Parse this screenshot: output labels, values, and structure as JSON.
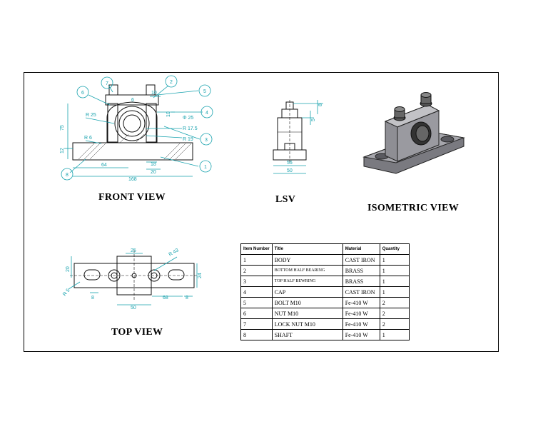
{
  "labels": {
    "front": "FRONT VIEW",
    "lsv": "LSV",
    "iso": "ISOMETRIC VIEW",
    "top": "TOP VIEW"
  },
  "front_dims": {
    "d75": "75",
    "d6": "6",
    "d10": "10",
    "d10b": "10",
    "r25": "R 25",
    "phi25": "Φ 25",
    "r175": "R 17.5",
    "r19": "R 19",
    "r6": "R 6",
    "d12": "12",
    "d64": "64",
    "d18": "18",
    "d20": "20",
    "d168": "168"
  },
  "callouts": [
    "1",
    "2",
    "3",
    "4",
    "5",
    "6",
    "7",
    "8"
  ],
  "lsv_dims": {
    "d5": "5",
    "d56": "56",
    "d50": "50",
    "d8": "8"
  },
  "top_dims": {
    "d25": "25",
    "r43": "R 43",
    "d24": "24",
    "d20": "20",
    "r5": "R 5",
    "d8": "8",
    "d8b": "8",
    "d68": "68",
    "d50": "50"
  },
  "bom": {
    "headers": [
      "Item Number",
      "Title",
      "Material",
      "Quantity"
    ],
    "rows": [
      {
        "item": "1",
        "title": "BODY",
        "material": "CAST IRON",
        "qty": "1"
      },
      {
        "item": "2",
        "title": "BOTTOM HALF BEARING",
        "material": "BRASS",
        "qty": "1"
      },
      {
        "item": "3",
        "title": "TOP HALF BEWRING",
        "material": "BRASS",
        "qty": "1"
      },
      {
        "item": "4",
        "title": "CAP",
        "material": "CAST IRON",
        "qty": "1"
      },
      {
        "item": "5",
        "title": "BOLT M10",
        "material": "Fe-410 W",
        "qty": "2"
      },
      {
        "item": "6",
        "title": "NUT M10",
        "material": "Fe-410 W",
        "qty": "2"
      },
      {
        "item": "7",
        "title": "LOCK NUT M10",
        "material": "Fe-410 W",
        "qty": "2"
      },
      {
        "item": "8",
        "title": "SHAFT",
        "material": "Fe-410 W",
        "qty": "1"
      }
    ]
  }
}
